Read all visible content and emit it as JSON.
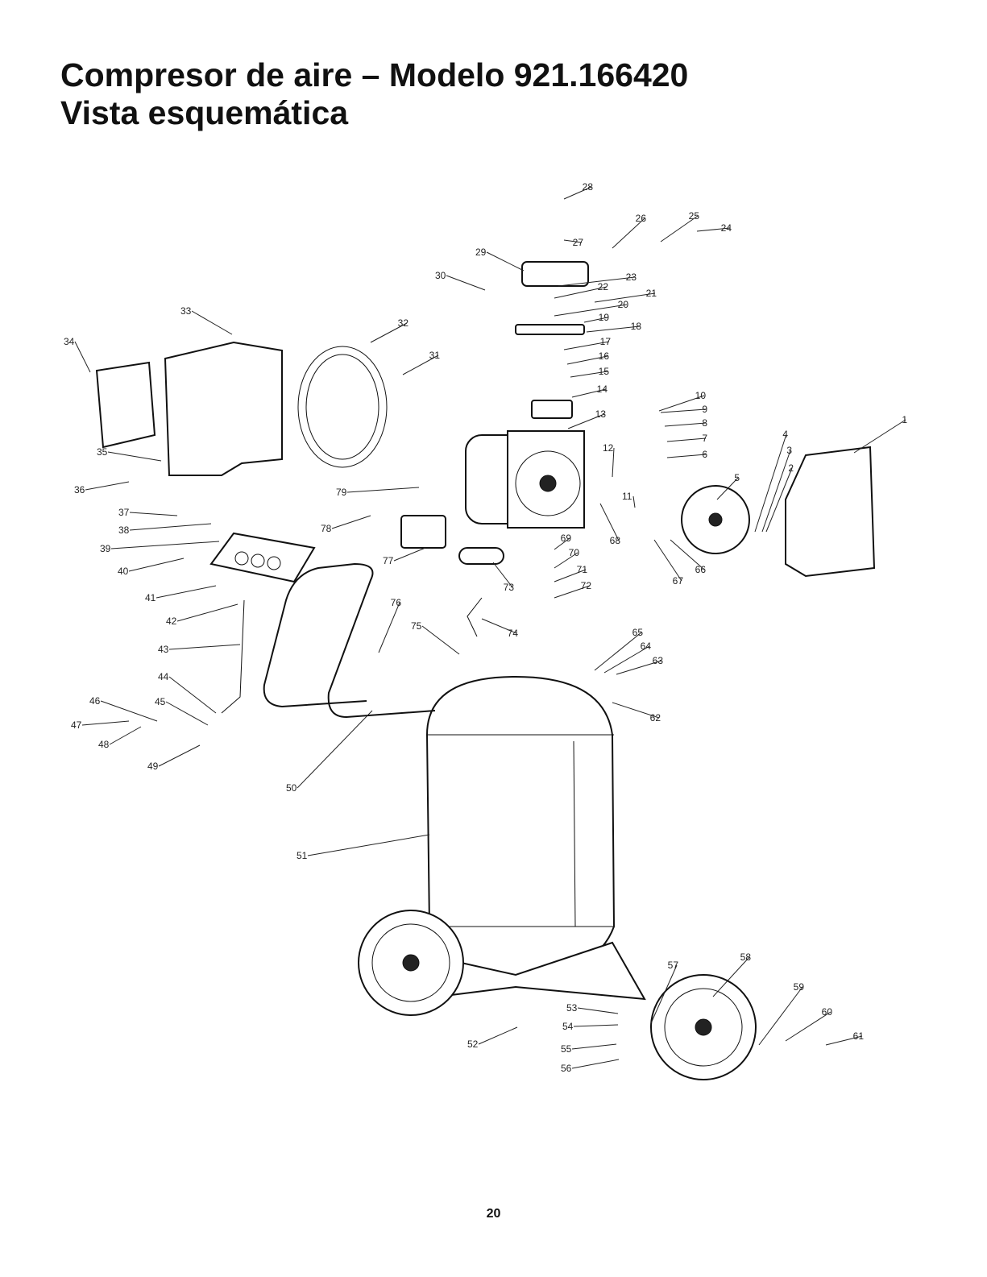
{
  "title": {
    "line1": "Compresor de aire – Modelo 921.166420",
    "line2": "Vista esquemática"
  },
  "page_number": "20",
  "part_labels": [
    "1",
    "2",
    "3",
    "4",
    "5",
    "6",
    "7",
    "8",
    "9",
    "10",
    "11",
    "12",
    "13",
    "14",
    "15",
    "16",
    "17",
    "18",
    "19",
    "20",
    "21",
    "22",
    "23",
    "24",
    "25",
    "26",
    "27",
    "28",
    "29",
    "30",
    "31",
    "32",
    "33",
    "34",
    "35",
    "36",
    "37",
    "38",
    "39",
    "40",
    "41",
    "42",
    "43",
    "44",
    "45",
    "46",
    "47",
    "48",
    "49",
    "50",
    "51",
    "52",
    "53",
    "54",
    "55",
    "56",
    "57",
    "58",
    "59",
    "60",
    "61",
    "62",
    "63",
    "64",
    "65",
    "66",
    "67",
    "68",
    "69",
    "70",
    "71",
    "72",
    "73",
    "74",
    "75",
    "76",
    "77",
    "78",
    "79"
  ]
}
